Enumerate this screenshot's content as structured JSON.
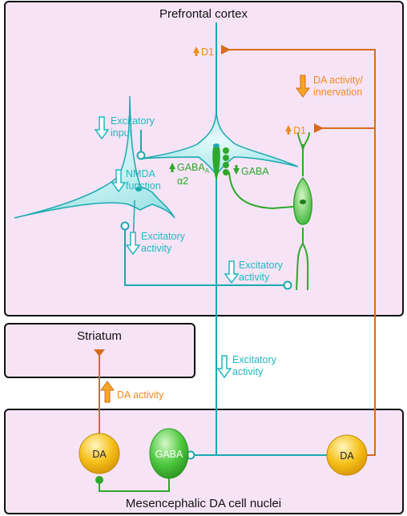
{
  "colors": {
    "region_fill": "#f6e4f6",
    "region_stroke": "#111111",
    "teal": "#1aa9ae",
    "neuron_fill": "#a8ecee",
    "orange": "#d86b1c",
    "orange_text": "#f28a1c",
    "green": "#2ea82a",
    "da_cell": "#f5c01a",
    "gaba_cell": "#4fc93f"
  },
  "regions": {
    "prefrontal": "Prefrontal cortex",
    "striatum": "Striatum",
    "midbrain": "Mesencephalic DA cell nuclei"
  },
  "labels": {
    "d1_top": "D1",
    "d1_right": "D1",
    "da_activity_1": "DA activity/",
    "da_activity_2": "innervation",
    "excitatory_input_1": "Excitatory",
    "excitatory_input_2": "input",
    "nmda_1": "NMDA",
    "nmda_2": "function",
    "gaba_a": "GABA",
    "gaba_a_sub": "A",
    "alpha2": "α2",
    "gaba_down": "GABA",
    "exc_act_left_1": "Excitatory",
    "exc_act_left_2": "activity",
    "exc_act_mid_1": "Excitatory",
    "exc_act_mid_2": "activity",
    "exc_act_lower_1": "Excitatory",
    "exc_act_lower_2": "activity",
    "striatum_da": "DA activity"
  },
  "cells": {
    "da_left": "DA",
    "gaba": "GABA",
    "da_right": "DA"
  },
  "icons": [
    "down-arrow-icon",
    "up-arrow-icon",
    "pyramidal-neuron-icon",
    "interneuron-icon",
    "synapse-terminal-icon"
  ]
}
